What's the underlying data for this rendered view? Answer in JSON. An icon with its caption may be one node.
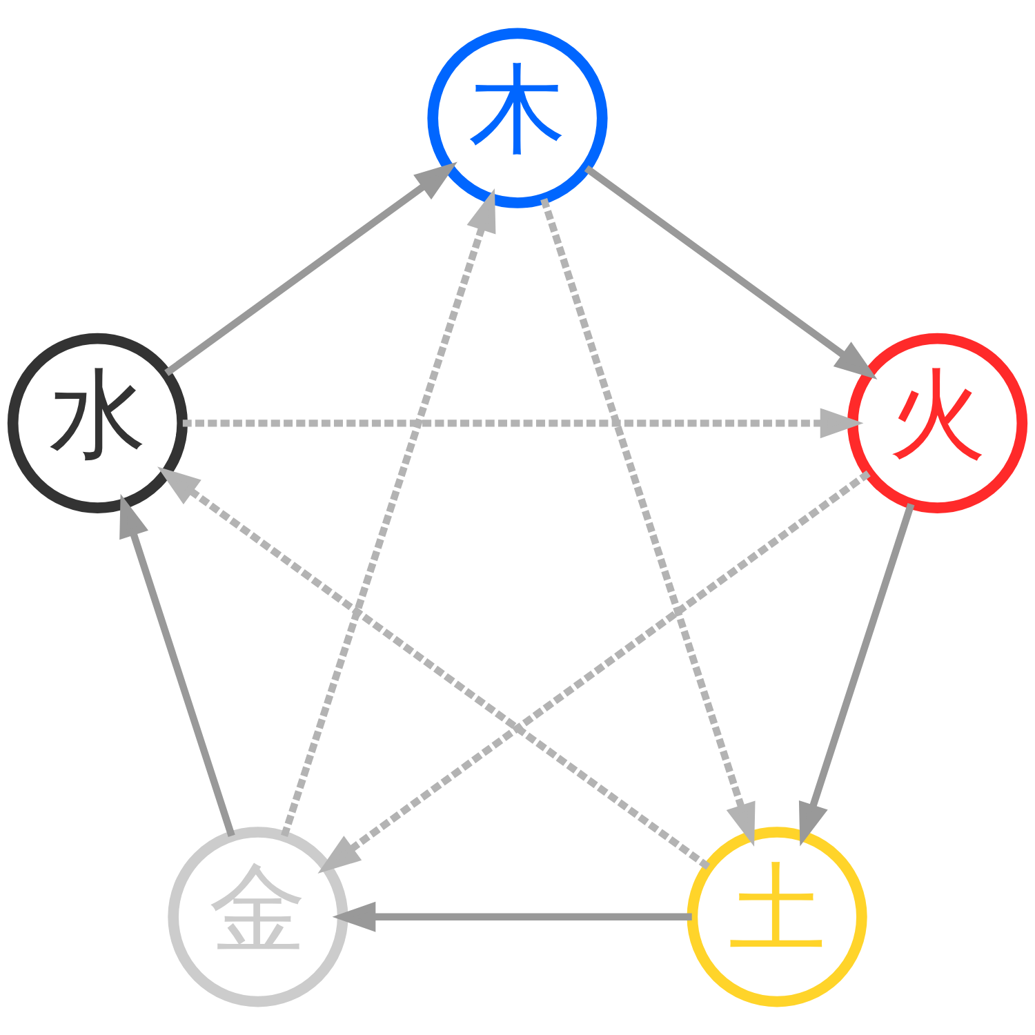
{
  "diagram": {
    "nodes": [
      {
        "text": [
          "木"
        ]
      },
      {
        "text": [
          "水"
        ]
      },
      {
        "text": [
          "火"
        ]
      },
      {
        "text": [
          "金"
        ]
      },
      {
        "text": [
          "土"
        ]
      }
    ],
    "edges": [
      {
        "from": 0,
        "to": 2,
        "arrow": "to"
      },
      {
        "from": 2,
        "to": 4,
        "arrow": "to"
      },
      {
        "from": 4,
        "to": 3,
        "arrow": "to"
      },
      {
        "from": 3,
        "to": 1,
        "arrow": "to"
      },
      {
        "from": 1,
        "to": 0,
        "arrow": "to"
      },
      {
        "from": 0,
        "to": 4,
        "arrow": "to",
        "style": "dashed",
        "color": "#b3b3b3"
      },
      {
        "from": 4,
        "to": 1,
        "arrow": "to",
        "style": "dashed",
        "color": "#b3b3b3"
      },
      {
        "from": 1,
        "to": 2,
        "arrow": "to",
        "style": "dashed",
        "color": "#b3b3b3"
      },
      {
        "from": 2,
        "to": 3,
        "arrow": "to",
        "style": "dashed",
        "color": "#b3b3b3"
      },
      {
        "from": 3,
        "to": 0,
        "arrow": "to",
        "style": "dashed",
        "color": "#b3b3b3"
      }
    ]
  }
}
